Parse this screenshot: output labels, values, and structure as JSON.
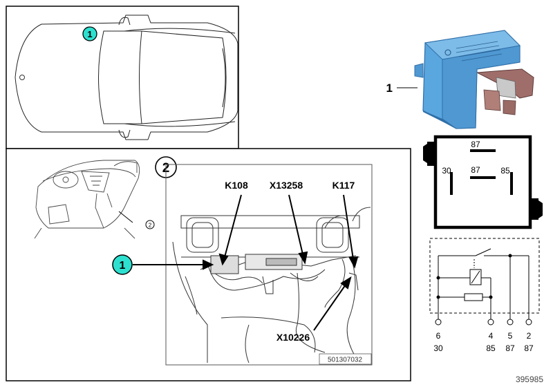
{
  "callouts": {
    "part_number": "1",
    "detail_number": "2",
    "relay_part_number": "1"
  },
  "detail": {
    "labels": [
      "K108",
      "X13258",
      "K117",
      "X10226"
    ],
    "ref_code": "501307032"
  },
  "relay_pinout": {
    "pin_top": "87",
    "pin_left": "30",
    "pin_center": "87",
    "pin_right": "85"
  },
  "circuit": {
    "terminals": [
      {
        "number": "6",
        "designation": "30"
      },
      {
        "number": "4",
        "designation": "85"
      },
      {
        "number": "5",
        "designation": "87"
      },
      {
        "number": "2",
        "designation": "87"
      }
    ]
  },
  "diagram_id": "395985",
  "colors": {
    "callout_fill": "#2ee0cf",
    "relay_body": "#5aa6df",
    "relay_dark": "#2f6fa8",
    "relay_terminal": "#a06e6a"
  }
}
